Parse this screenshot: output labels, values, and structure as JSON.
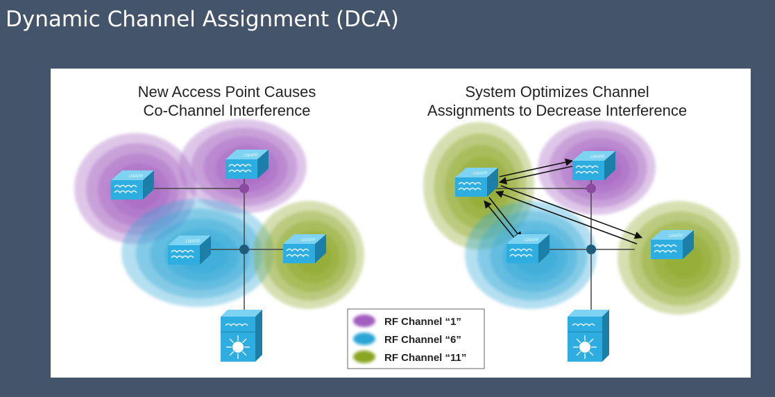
{
  "slide": {
    "title": "Dynamic Channel Assignment (DCA)"
  },
  "diagram": {
    "left_panel": {
      "title_line1": "New Access Point Causes",
      "title_line2": "Co-Channel Interference"
    },
    "right_panel": {
      "title_line1": "System Optimizes Channel",
      "title_line2": "Assignments to Decrease Interference"
    },
    "ap_label": "LWAPP",
    "legend": [
      {
        "label": "RF Channel “1”",
        "color": "#a35fc0"
      },
      {
        "label": "RF Channel “6”",
        "color": "#2aa6d6"
      },
      {
        "label": "RF Channel “11”",
        "color": "#8aa624"
      }
    ],
    "colors": {
      "background": "#44546a",
      "ap": "#2eaee0",
      "channel1": "#a35fc0",
      "channel6": "#2aa6d6",
      "channel11": "#8aa624"
    }
  }
}
